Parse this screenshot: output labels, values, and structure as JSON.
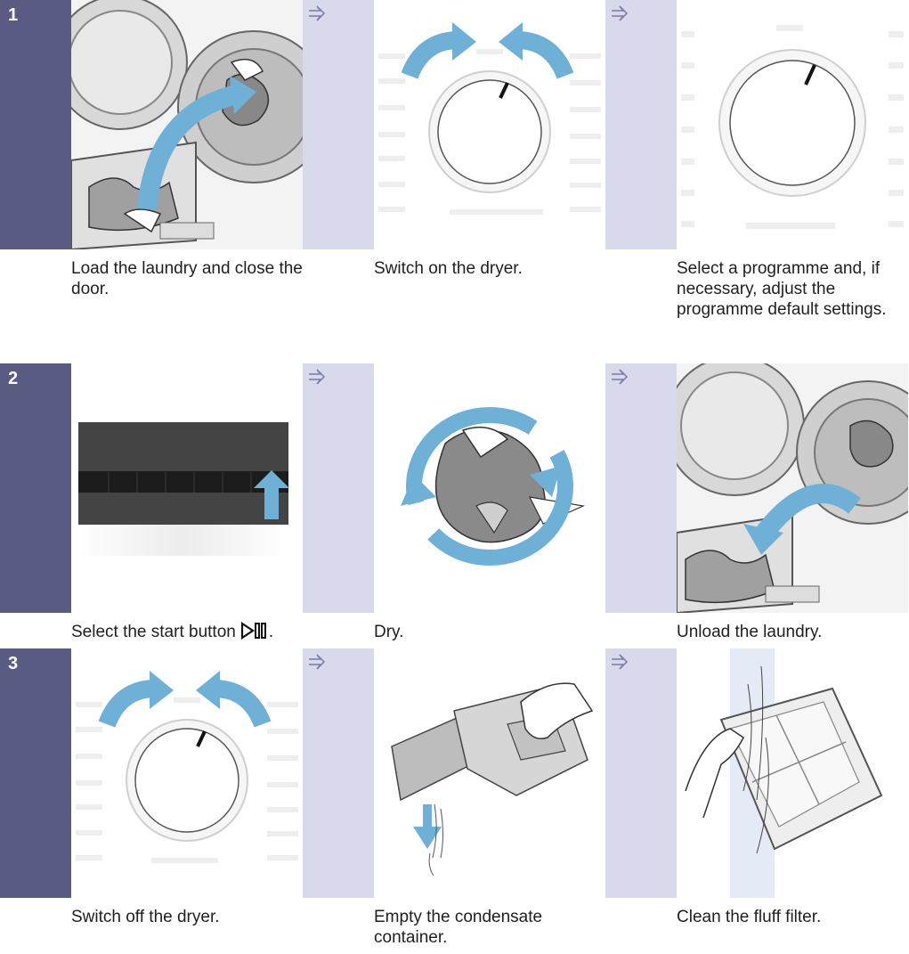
{
  "rows": [
    {
      "step": "1",
      "captions": [
        "Load the laundry and close the door.",
        "Switch on the dryer.",
        "Select a programme and, if necessary, adjust the programme default settings."
      ]
    },
    {
      "step": "2",
      "captions": [
        "Select the start button",
        "Dry.",
        "Unload the laundry."
      ]
    },
    {
      "step": "3",
      "captions": [
        "Switch off the dryer.",
        "Empty the condensate container.",
        "Clean the fluff filter."
      ]
    }
  ],
  "icons": {
    "flow_arrow": "double-right-arrow-icon",
    "start_button_symbol": "play-pause-icon"
  },
  "colors": {
    "step_bar": "#5a5b82",
    "band": "#d9d9ec",
    "accent_arrow": "#6fb0d6"
  }
}
